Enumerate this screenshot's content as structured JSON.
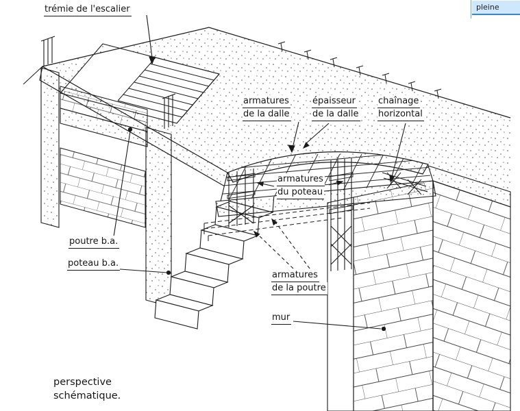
{
  "figure": {
    "labels": {
      "tremie": {
        "text": "trémie de l'escalier"
      },
      "armatures_dalle": {
        "line1": "armatures",
        "line2": "de la dalle"
      },
      "epaisseur_dalle": {
        "line1": "épaisseur",
        "line2": "de la dalle"
      },
      "chainage": {
        "line1": "chaînage",
        "line2": "horizontal"
      },
      "armatures_poteau": {
        "line1": "armatures",
        "line2": "du poteau"
      },
      "poutre": {
        "text": "poutre b.a."
      },
      "poteau": {
        "text": "poteau b.a."
      },
      "armatures_poutre": {
        "line1": "armatures",
        "line2": "de la poutre"
      },
      "mur": {
        "text": "mur"
      },
      "caption": {
        "line1": "perspective",
        "line2": "schématique."
      }
    },
    "colors": {
      "ink": "#1a1a1a",
      "paper": "#ffffff"
    }
  },
  "overlay": {
    "dropdown_item": "pleine",
    "highlight": "#cfe7fa",
    "accent": "#3c86c6"
  }
}
